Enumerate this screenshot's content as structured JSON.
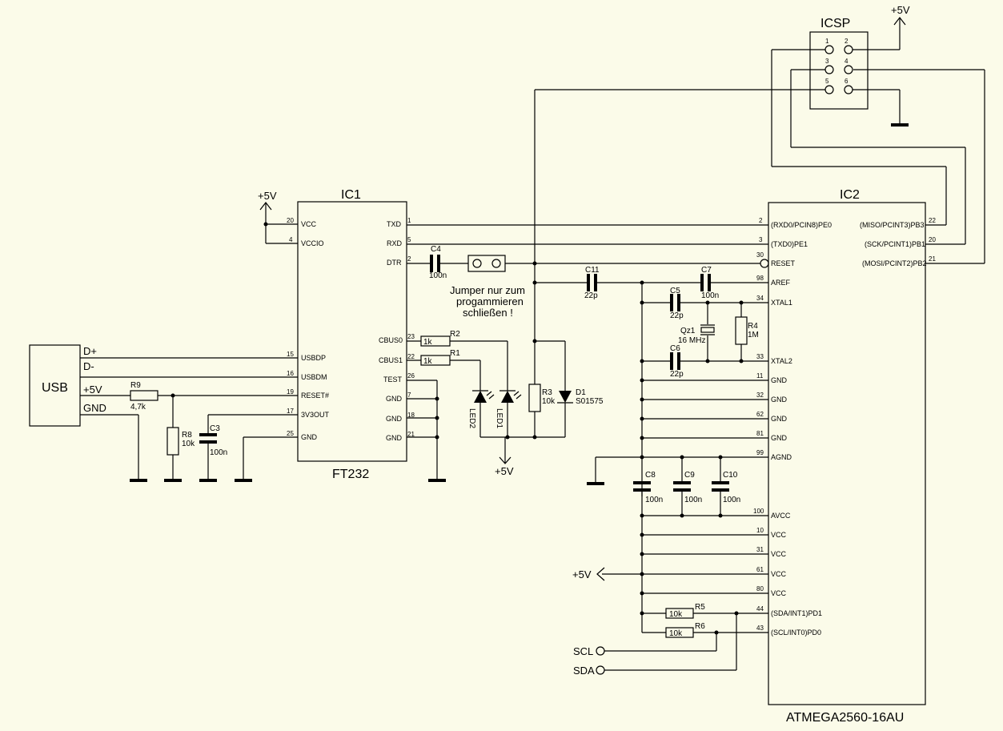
{
  "usb": {
    "title": "USB",
    "pins": [
      "D+",
      "D-",
      "+5V",
      "GND"
    ]
  },
  "ic1": {
    "ref": "IC1",
    "part": "FT232",
    "left_pins": [
      {
        "num": "20",
        "name": "VCC"
      },
      {
        "num": "4",
        "name": "VCCIO"
      },
      {
        "num": "15",
        "name": "USBDP"
      },
      {
        "num": "16",
        "name": "USBDM"
      },
      {
        "num": "19",
        "name": "RESET#"
      },
      {
        "num": "17",
        "name": "3V3OUT"
      },
      {
        "num": "25",
        "name": "GND"
      }
    ],
    "right_pins": [
      {
        "num": "1",
        "name": "TXD"
      },
      {
        "num": "5",
        "name": "RXD"
      },
      {
        "num": "2",
        "name": "DTR"
      },
      {
        "num": "23",
        "name": "CBUS0"
      },
      {
        "num": "22",
        "name": "CBUS1"
      },
      {
        "num": "26",
        "name": "TEST"
      },
      {
        "num": "7",
        "name": "GND"
      },
      {
        "num": "18",
        "name": "GND"
      },
      {
        "num": "21",
        "name": "GND"
      }
    ]
  },
  "ic2": {
    "ref": "IC2",
    "part": "ATMEGA2560-16AU",
    "left_pins": [
      {
        "num": "2",
        "name": "(RXD0/PCIN8)PE0"
      },
      {
        "num": "3",
        "name": "(TXD0)PE1"
      },
      {
        "num": "30",
        "name": "RESET"
      },
      {
        "num": "98",
        "name": "AREF"
      },
      {
        "num": "34",
        "name": "XTAL1"
      },
      {
        "num": "33",
        "name": "XTAL2"
      },
      {
        "num": "11",
        "name": "GND"
      },
      {
        "num": "32",
        "name": "GND"
      },
      {
        "num": "62",
        "name": "GND"
      },
      {
        "num": "81",
        "name": "GND"
      },
      {
        "num": "99",
        "name": "AGND"
      },
      {
        "num": "100",
        "name": "AVCC"
      },
      {
        "num": "10",
        "name": "VCC"
      },
      {
        "num": "31",
        "name": "VCC"
      },
      {
        "num": "61",
        "name": "VCC"
      },
      {
        "num": "80",
        "name": "VCC"
      },
      {
        "num": "44",
        "name": "(SDA/INT1)PD1"
      },
      {
        "num": "43",
        "name": "(SCL/INT0)PD0"
      }
    ],
    "right_pins": [
      {
        "num": "22",
        "name": "(MISO/PCINT3)PB3"
      },
      {
        "num": "20",
        "name": "(SCK/PCINT1)PB1"
      },
      {
        "num": "21",
        "name": "(MOSI/PCINT2)PB2"
      }
    ]
  },
  "icsp": {
    "title": "ICSP",
    "pins": [
      "1",
      "2",
      "3",
      "4",
      "5",
      "6"
    ]
  },
  "power": {
    "vcc_label": "+5V"
  },
  "components": {
    "r9": {
      "ref": "R9",
      "value": "4,7k"
    },
    "r8": {
      "ref": "R8",
      "value": "10k"
    },
    "c3": {
      "ref": "C3",
      "value": "100n"
    },
    "c4": {
      "ref": "C4",
      "value": "100n"
    },
    "r2": {
      "ref": "R2",
      "value": "1k"
    },
    "r1": {
      "ref": "R1",
      "value": "1k"
    },
    "led2": {
      "ref": "LED2"
    },
    "led1": {
      "ref": "LED1"
    },
    "r3": {
      "ref": "R3",
      "value": "10k"
    },
    "d1": {
      "ref": "D1",
      "value": "S01575"
    },
    "c11": {
      "ref": "C11",
      "value": "22p"
    },
    "c7": {
      "ref": "C7",
      "value": "100n"
    },
    "c5": {
      "ref": "C5",
      "value": "22p"
    },
    "c6": {
      "ref": "C6",
      "value": "22p"
    },
    "qz1": {
      "ref": "Qz1",
      "value": "16 MHz"
    },
    "r4": {
      "ref": "R4",
      "value": "1M"
    },
    "c8": {
      "ref": "C8",
      "value": "100n"
    },
    "c9": {
      "ref": "C9",
      "value": "100n"
    },
    "c10": {
      "ref": "C10",
      "value": "100n"
    },
    "r5": {
      "ref": "R5",
      "value": "10k"
    },
    "r6": {
      "ref": "R6",
      "value": "10k"
    }
  },
  "jumper_note": [
    "Jumper nur zum",
    "progammieren",
    "schließen !"
  ],
  "connectors": {
    "scl": "SCL",
    "sda": "SDA"
  }
}
